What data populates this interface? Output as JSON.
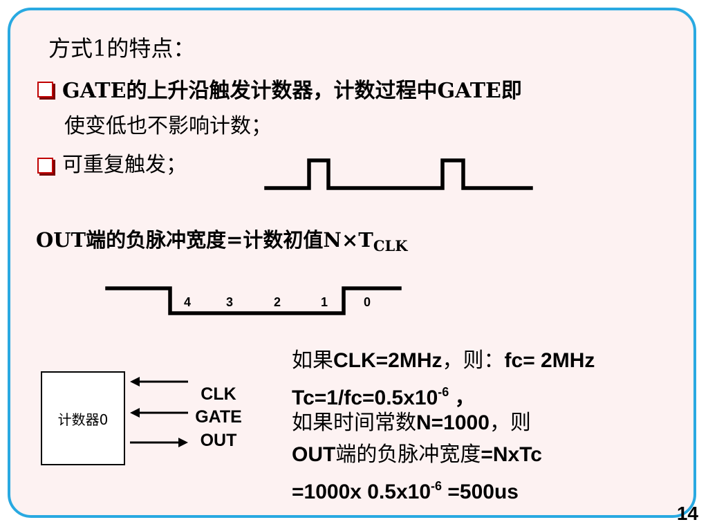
{
  "heading": "方式1的特点：",
  "bullets": [
    {
      "line1": "GATE的上升沿触发计数器，计数过程中GATE即",
      "line2": "使变低也不影响计数；"
    },
    {
      "line1": "可重复触发；"
    }
  ],
  "formula": {
    "text": "OUT端的负脉冲宽度=计数初值N×T",
    "subscript": "CLK"
  },
  "count_labels": [
    "4",
    "3",
    "2",
    "1",
    "0"
  ],
  "counter": {
    "label": "计数器0",
    "signals": [
      "CLK",
      "GATE",
      "OUT"
    ]
  },
  "calculation": {
    "line1_cn": "如果",
    "line1_en": "CLK=2MHz",
    "line1_cn2": "，则：",
    "line1_en2": "fc= 2MHz",
    "line2_en": "Tc=1/fc=0.5x10",
    "line2_sup": "-6",
    "line2_end": " ，",
    "line3_cn": "如果时间常数",
    "line3_en": "N=1000",
    "line3_cn2": "，则",
    "line4_en": "OUT",
    "line4_cn": "端的负脉冲宽度",
    "line4_en2": "=NxTc",
    "line5_en": "=1000x 0.5x10",
    "line5_sup": "-6",
    "line5_end": " =500us"
  },
  "page_number": "14",
  "colors": {
    "frame_border": "#29a9e1",
    "slide_background": "#fdf2f2",
    "bullet_box": "#c00000"
  }
}
